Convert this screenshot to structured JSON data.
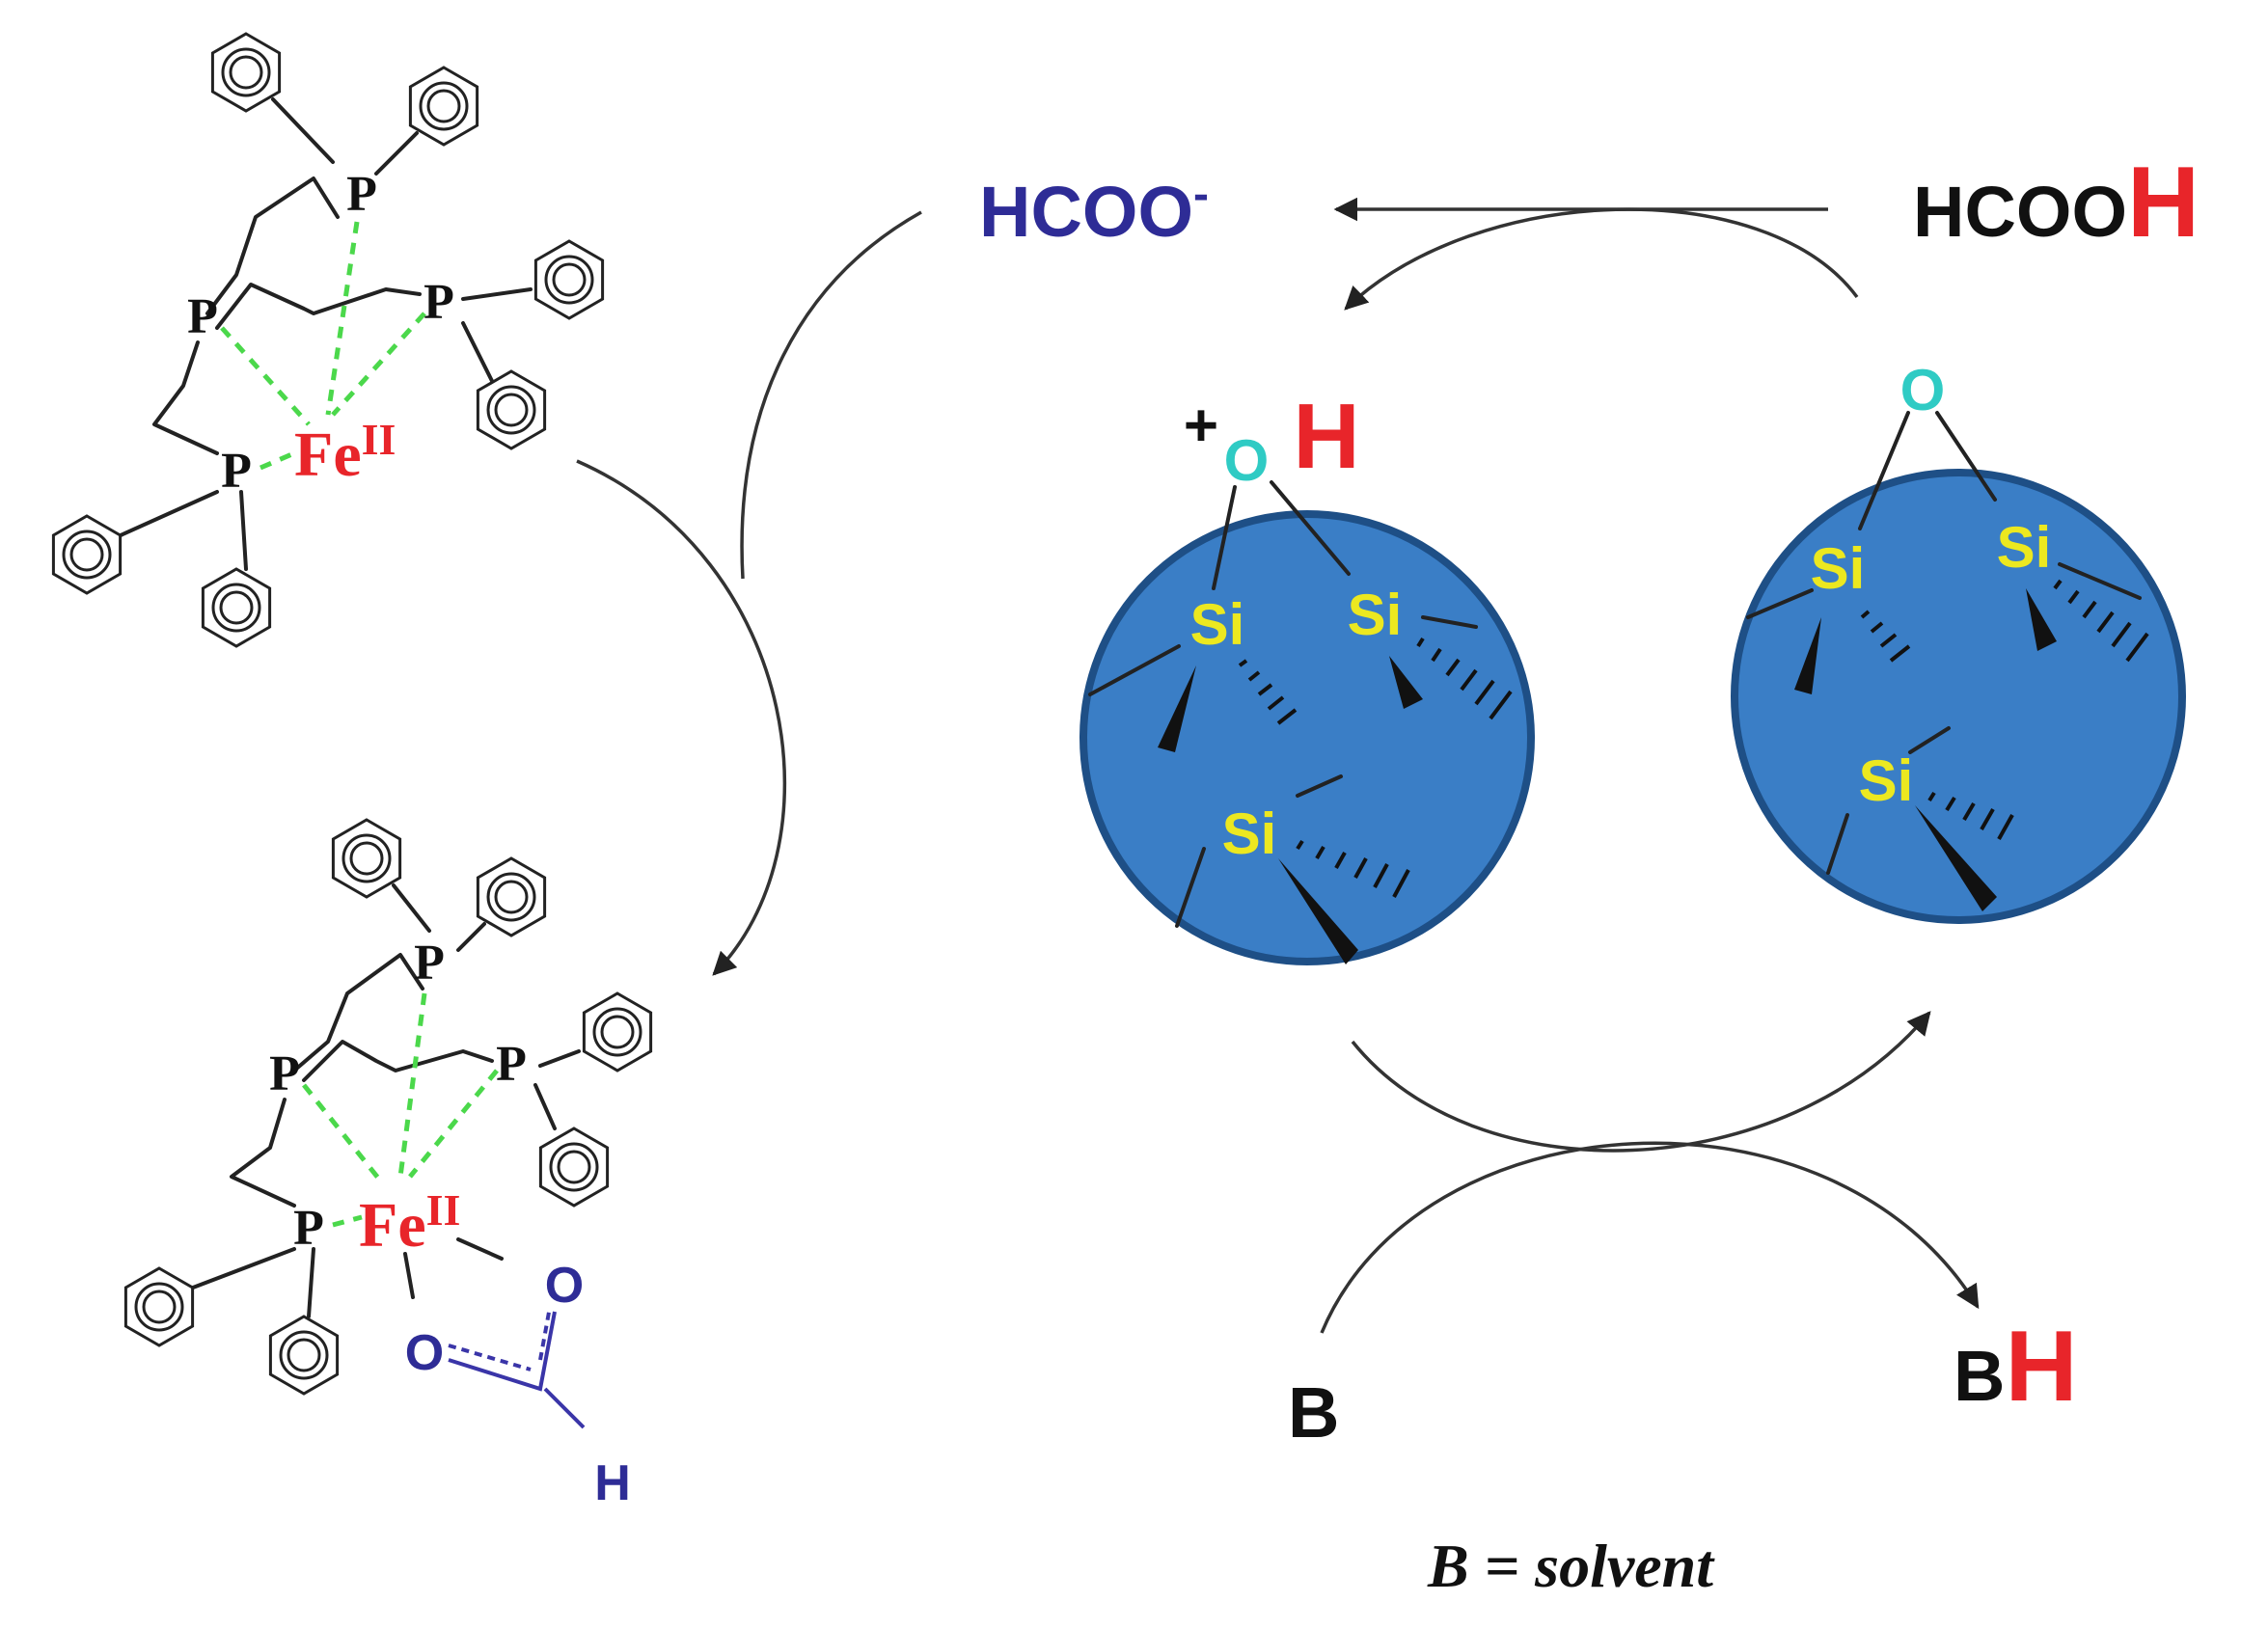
{
  "labels": {
    "formate_ion": "HCOO",
    "formate_ion_charge": "-",
    "formic_acid_base": "HCOO",
    "formic_acid_h": "H",
    "fe_top": "Fe",
    "fe_top_ox": "II",
    "fe_bottom": "Fe",
    "fe_bottom_ox": "II",
    "phosphorus": "P",
    "silicon": "Si",
    "oxygen": "O",
    "hydrogen": "H",
    "plus_charge": "+",
    "base": "B",
    "protonated_base_b": "B",
    "protonated_base_h": "H",
    "formate_o": "O",
    "formate_h": "H",
    "legend": "B = solvent"
  },
  "colors": {
    "formate_blue": "#2e2c96",
    "iron_red": "#e8252a",
    "proton_red": "#e8252a",
    "silicon_yellow": "#ece820",
    "oxygen_cyan": "#2fcbc4",
    "sphere_fill": "#3a7ec6",
    "sphere_stroke": "#1e4f86",
    "coordination_green": "#4bd84b",
    "ink": "#111111"
  }
}
